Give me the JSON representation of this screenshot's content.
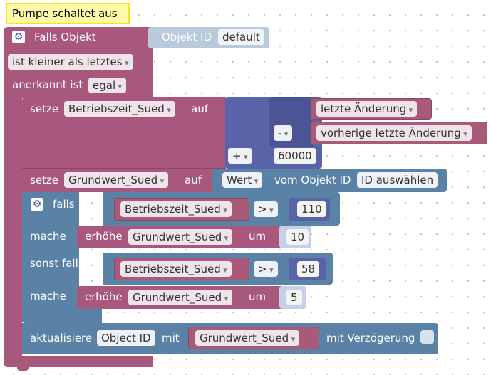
{
  "comment": "Pumpe schaltet aus",
  "trigger": {
    "title": "Falls Objekt",
    "object_label": "Objekt ID",
    "object_value": "default",
    "condition": "ist kleiner als letztes",
    "ack_label": "anerkannt ist",
    "ack_value": "egal"
  },
  "set1": {
    "label": "setze",
    "variable": "Betriebszeit_Sued",
    "to": "auf",
    "last_change": "letzte Änderung",
    "minus_op": "-",
    "prev_change": "vorherige letzte Änderung",
    "div_op": "÷",
    "divisor": "60000"
  },
  "set2": {
    "label": "setze",
    "variable": "Grundwert_Sued",
    "to": "auf",
    "value_label": "Wert",
    "from_object": "vom Objekt ID",
    "select": "ID auswählen"
  },
  "if_block": {
    "if_label": "falls",
    "cond1_var": "Betriebszeit_Sued",
    "cond1_op": ">",
    "cond1_val": "110",
    "do1": "mache",
    "inc1_label": "erhöhe",
    "inc1_var": "Grundwert_Sued",
    "inc1_by": "um",
    "inc1_val": "10",
    "elseif_label": "sonst falls",
    "cond2_var": "Betriebszeit_Sued",
    "cond2_op": ">",
    "cond2_val": "58",
    "do2": "mache",
    "inc2_label": "erhöhe",
    "inc2_var": "Grundwert_Sued",
    "inc2_by": "um",
    "inc2_val": "5"
  },
  "update": {
    "label": "aktualisiere",
    "object_id": "Object ID",
    "with": "mit",
    "variable": "Grundwert_Sued",
    "delay": "mit Verzögerung"
  },
  "icons": {
    "mutator": "gear-icon"
  },
  "colors": {
    "event": "#a8577d",
    "variable": "#a85a78",
    "math": "#5964a8",
    "logic": "#5a81a6",
    "comment": "#fff9a8"
  }
}
